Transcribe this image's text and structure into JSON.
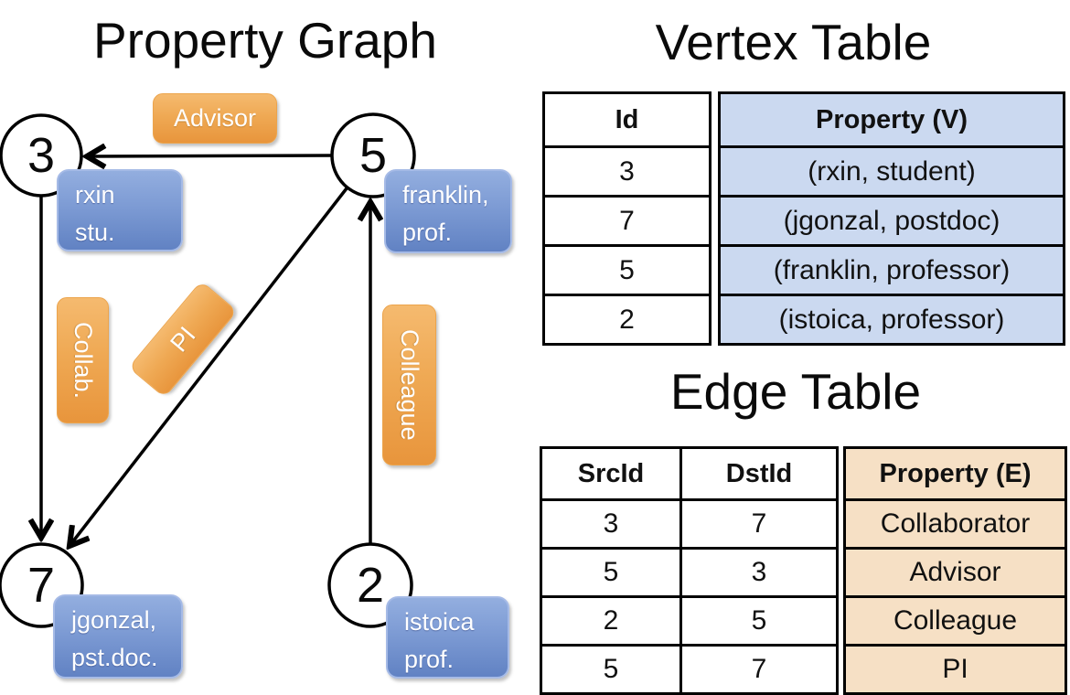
{
  "graph": {
    "title": "Property Graph",
    "nodes": [
      {
        "id": "3",
        "property": {
          "line1": "rxin",
          "line2": "stu."
        }
      },
      {
        "id": "5",
        "property": {
          "line1": "franklin,",
          "line2": "prof."
        }
      },
      {
        "id": "7",
        "property": {
          "line1": "jgonzal,",
          "line2": "pst.doc."
        }
      },
      {
        "id": "2",
        "property": {
          "line1": "istoica",
          "line2": "prof."
        }
      }
    ],
    "edge_labels": {
      "advisor": "Advisor",
      "collab": "Collab.",
      "pi": "PI",
      "colleague": "Colleague"
    }
  },
  "vertex_table": {
    "title": "Vertex Table",
    "columns": [
      "Id",
      "Property (V)"
    ],
    "rows": [
      {
        "id": "3",
        "property": "(rxin, student)"
      },
      {
        "id": "7",
        "property": "(jgonzal, postdoc)"
      },
      {
        "id": "5",
        "property": "(franklin, professor)"
      },
      {
        "id": "2",
        "property": "(istoica, professor)"
      }
    ]
  },
  "edge_table": {
    "title": "Edge Table",
    "columns": [
      "SrcId",
      "DstId",
      "Property (E)"
    ],
    "rows": [
      {
        "src": "3",
        "dst": "7",
        "property": "Collaborator"
      },
      {
        "src": "5",
        "dst": "3",
        "property": "Advisor"
      },
      {
        "src": "2",
        "dst": "5",
        "property": "Colleague"
      },
      {
        "src": "5",
        "dst": "7",
        "property": "PI"
      }
    ]
  },
  "colors": {
    "edge_label_orange_top": "#F5BA6F",
    "edge_label_orange_bottom": "#E8953C",
    "vertex_label_blue_top": "#93AEDF",
    "vertex_label_blue_bottom": "#6182C3",
    "vertex_table_cell_bg": "#CBD9F0",
    "edge_table_cell_bg": "#F6E0C5",
    "line_color": "#000000"
  }
}
